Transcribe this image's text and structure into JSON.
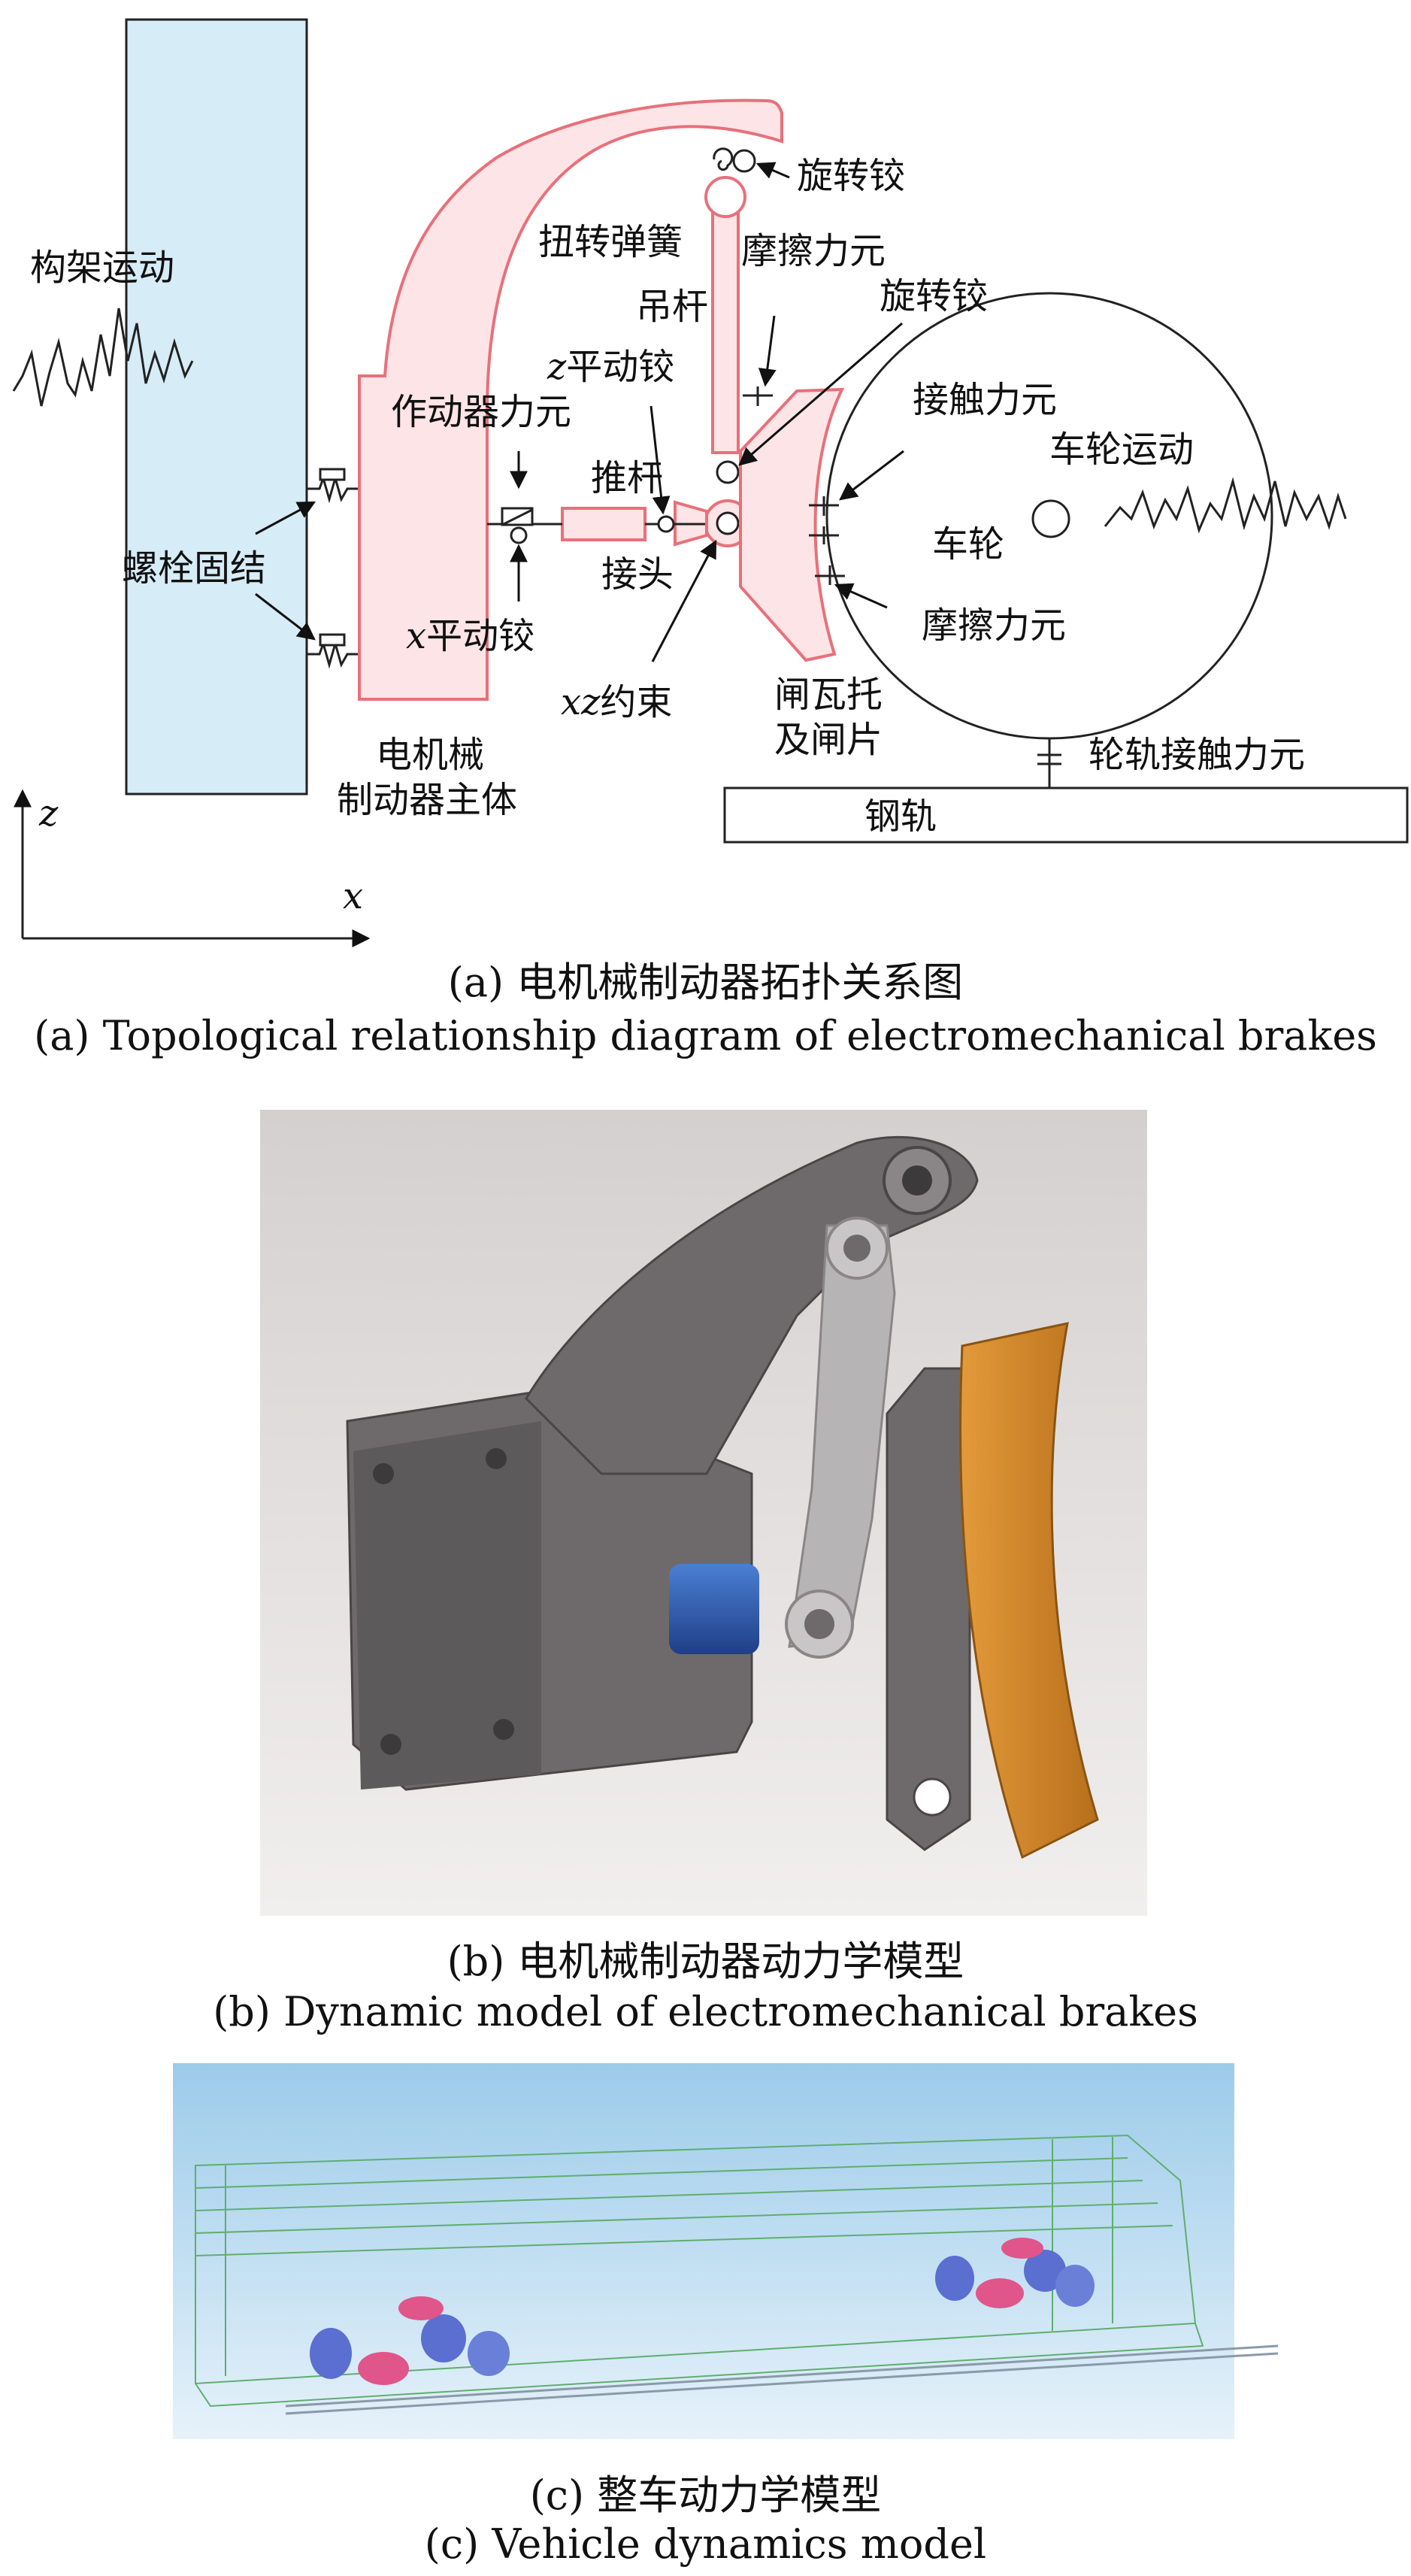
{
  "panel_a": {
    "labels": {
      "frame_motion": "构架运动",
      "bolt": "螺栓固结",
      "actuator_force": "作动器力元",
      "z_hinge_prefix": "z",
      "z_hinge": "平动铰",
      "push_rod": "推杆",
      "joint": "接头",
      "x_hinge_prefix": "x",
      "x_hinge": "平动铰",
      "xz_prefix": "xz",
      "xz_constraint": "约束",
      "torsion_spring": "扭转弹簧",
      "revolute_1": "旋转铰",
      "friction_1": "摩擦力元",
      "hanger": "吊杆",
      "revolute_2": "旋转铰",
      "contact_force": "接触力元",
      "wheel_motion": "车轮运动",
      "wheel": "车轮",
      "friction_2": "摩擦力元",
      "shoe_line1": "闸瓦托",
      "shoe_line2": "及闸片",
      "body_line1": "电机械",
      "body_line2": "制动器主体",
      "wheel_rail": "轮轨接触力元",
      "rail": "钢轨",
      "axis_z": "z",
      "axis_x": "x"
    },
    "caption_cn": "(a)  电机械制动器拓扑关系图",
    "caption_en": "(a)  Topological relationship diagram of electromechanical brakes",
    "colors": {
      "frame_fill": "#d6ecf7",
      "body_stroke": "#e8707a",
      "body_fill": "#fde4e6"
    }
  },
  "panel_b": {
    "caption_cn": "(b)  电机械制动器动力学模型",
    "caption_en": "(b)  Dynamic model of electromechanical brakes",
    "colors": {
      "housing": "#6e6a6b",
      "link": "#b7b4b6",
      "shoe": "#d68a28",
      "actuator": "#2f5fb8"
    }
  },
  "panel_c": {
    "caption_cn": "(c)  整车动力学模型",
    "caption_en": "(c)  Vehicle dynamics model",
    "colors": {
      "background": "#a9d1ec",
      "wireframe": "#5fae6e"
    }
  }
}
